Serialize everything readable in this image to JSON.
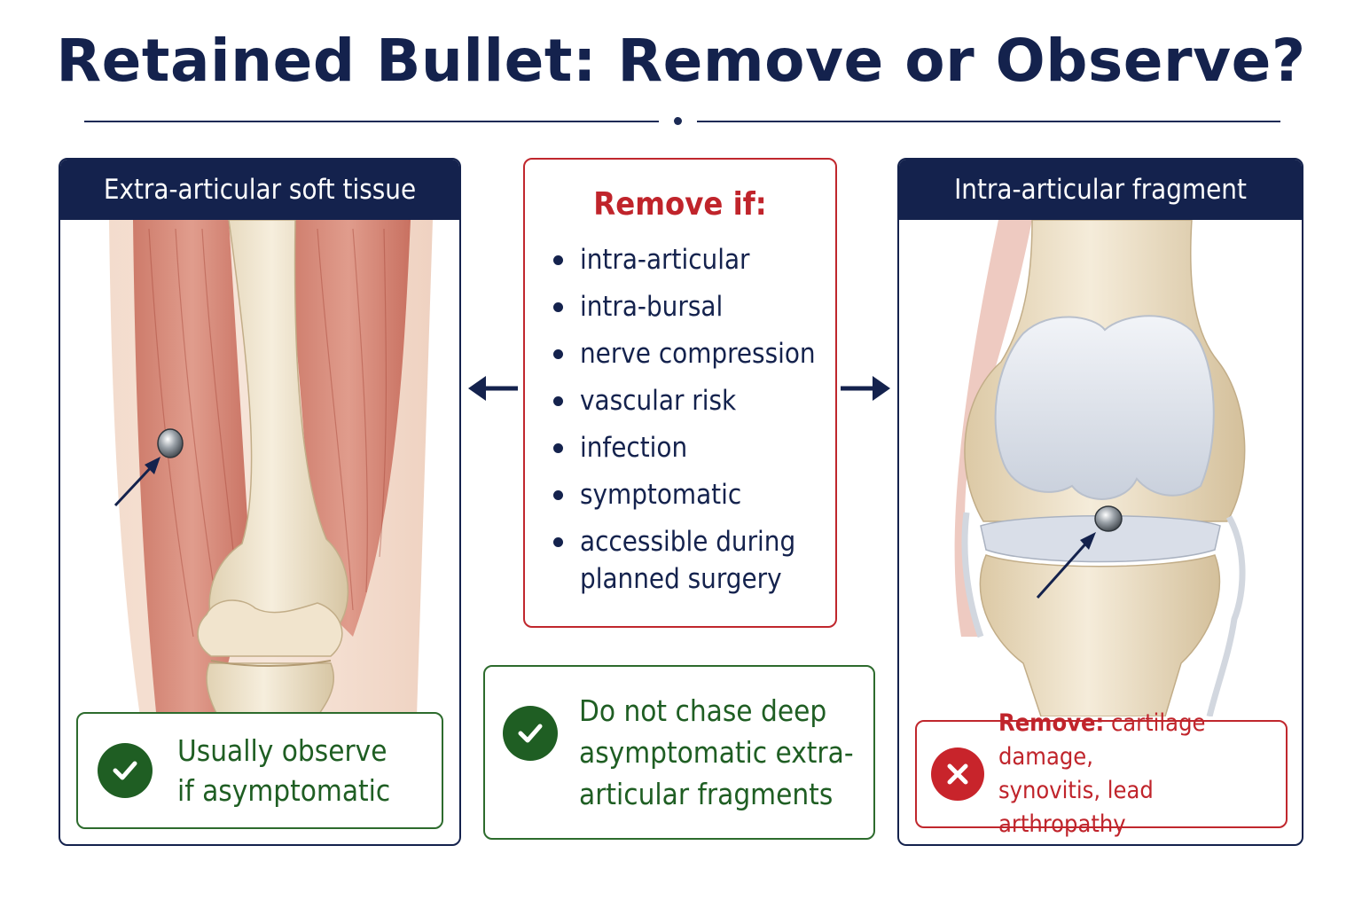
{
  "title": "Retained Bullet: Remove or Observe?",
  "left_panel": {
    "heading": "Extra-articular soft tissue",
    "verdict_lines": [
      "Usually observe",
      "if asymptomatic"
    ],
    "verdict_icon": "check-circle-icon"
  },
  "right_panel": {
    "heading": "Intra-articular fragment",
    "verdict_label": "Remove:",
    "verdict_line1_rest": " cartilage damage,",
    "verdict_line2": "synovitis, lead arthropathy",
    "verdict_icon": "x-circle-icon"
  },
  "criteria": {
    "heading": "Remove if:",
    "items": [
      "intra-articular",
      "intra-bursal",
      "nerve compression",
      "vascular risk",
      "infection",
      "symptomatic",
      "accessible during planned surgery"
    ]
  },
  "bottom_note": {
    "lines": [
      "Do not chase deep",
      "asymptomatic extra-",
      "articular fragments"
    ],
    "icon": "check-circle-icon"
  },
  "colors": {
    "navy": "#14224d",
    "red": "#c0272d",
    "green": "#1f5e23"
  }
}
